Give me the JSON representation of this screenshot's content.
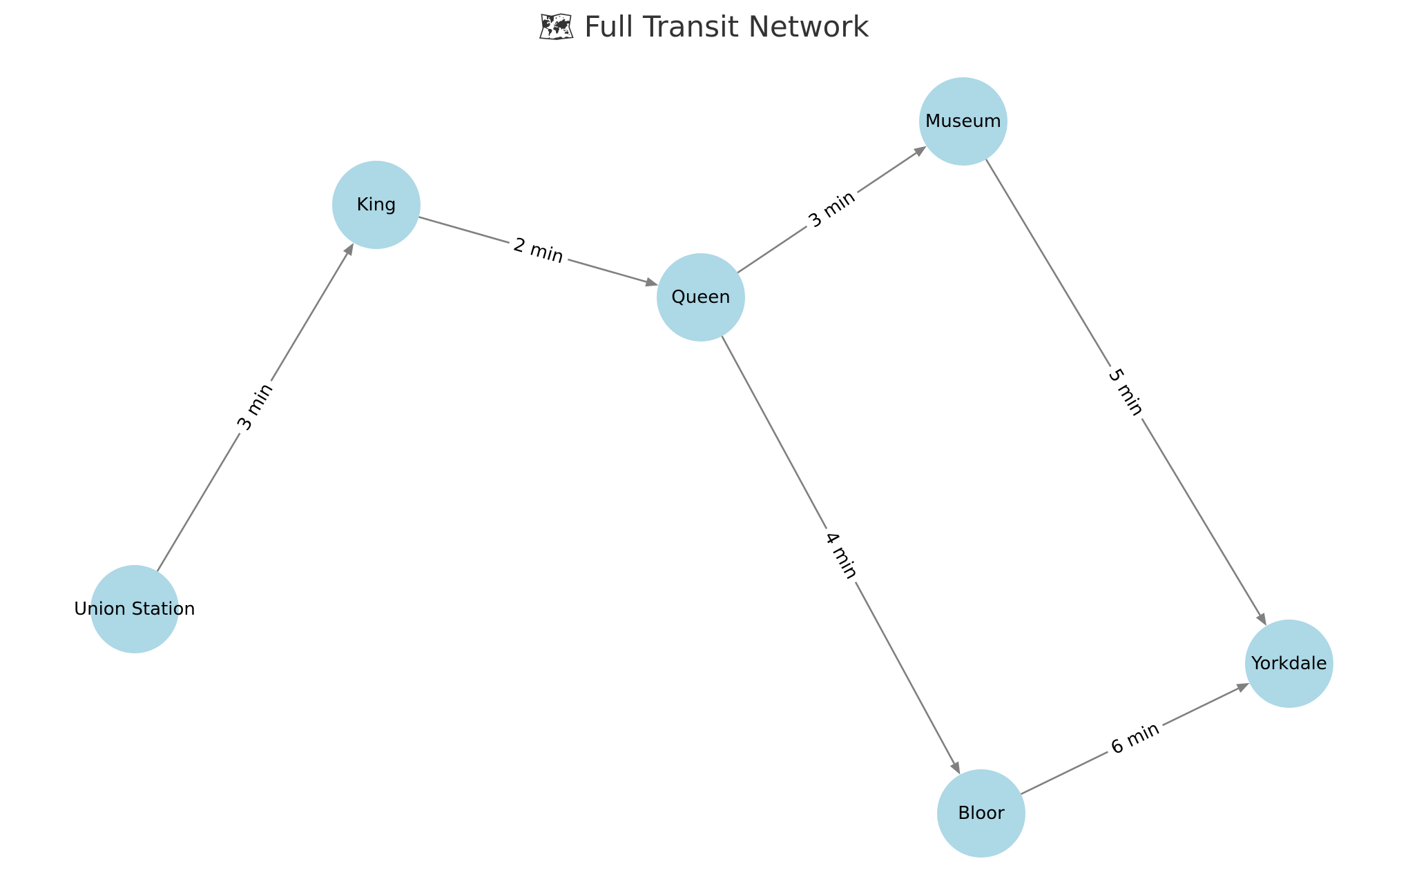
{
  "title": "🗺 Full Transit Network",
  "colors": {
    "node_fill": "#add8e6",
    "edge": "#808080",
    "title": "#333333",
    "label": "#000000"
  },
  "nodes": [
    {
      "id": "union",
      "label": "Union Station"
    },
    {
      "id": "king",
      "label": "King"
    },
    {
      "id": "queen",
      "label": "Queen"
    },
    {
      "id": "museum",
      "label": "Museum"
    },
    {
      "id": "bloor",
      "label": "Bloor"
    },
    {
      "id": "yorkdale",
      "label": "Yorkdale"
    }
  ],
  "edges": [
    {
      "from": "union",
      "to": "king",
      "label": "3 min"
    },
    {
      "from": "king",
      "to": "queen",
      "label": "2 min"
    },
    {
      "from": "queen",
      "to": "museum",
      "label": "3 min"
    },
    {
      "from": "queen",
      "to": "bloor",
      "label": "4 min"
    },
    {
      "from": "museum",
      "to": "yorkdale",
      "label": "5 min"
    },
    {
      "from": "bloor",
      "to": "yorkdale",
      "label": "6 min"
    }
  ]
}
